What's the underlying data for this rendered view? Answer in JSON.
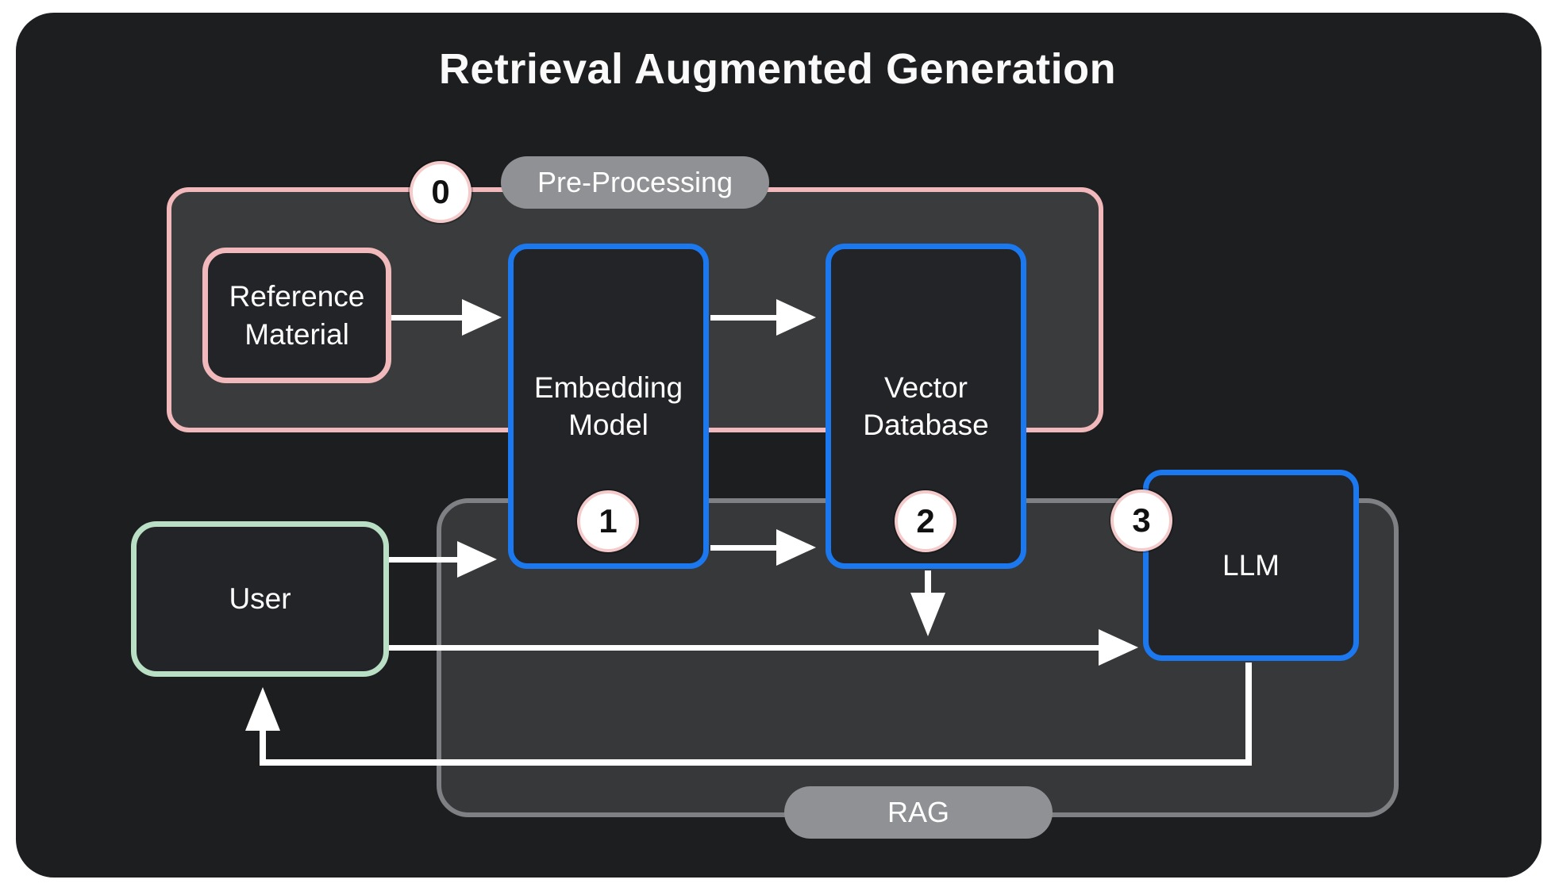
{
  "title": "Retrieval Augmented Generation",
  "colors": {
    "page_bg": "#ffffff",
    "canvas_bg": "#1d1e20",
    "panel_bg": "#3a3b3d",
    "rag_bg": "#373839",
    "node_bg": "#232428",
    "pink": "#f2b9bc",
    "blue": "#1b78ee",
    "green": "#b9dfc4",
    "gray_border": "#7f8083",
    "pill_bg": "#909194",
    "arrow": "#ffffff",
    "text": "#ffffff",
    "badge_bg": "#ffffff",
    "badge_text": "#111111",
    "badge_ring": "#f5caca"
  },
  "sections": {
    "pre_processing": {
      "label": "Pre-Processing",
      "badge": "0"
    },
    "rag": {
      "label": "RAG"
    }
  },
  "nodes": {
    "reference_material": {
      "label": "Reference Material"
    },
    "embedding_model": {
      "label": "Embedding Model",
      "badge": "1"
    },
    "vector_database": {
      "label": "Vector Database",
      "badge": "2"
    },
    "user": {
      "label": "User"
    },
    "llm": {
      "label": "LLM",
      "badge": "3"
    }
  }
}
